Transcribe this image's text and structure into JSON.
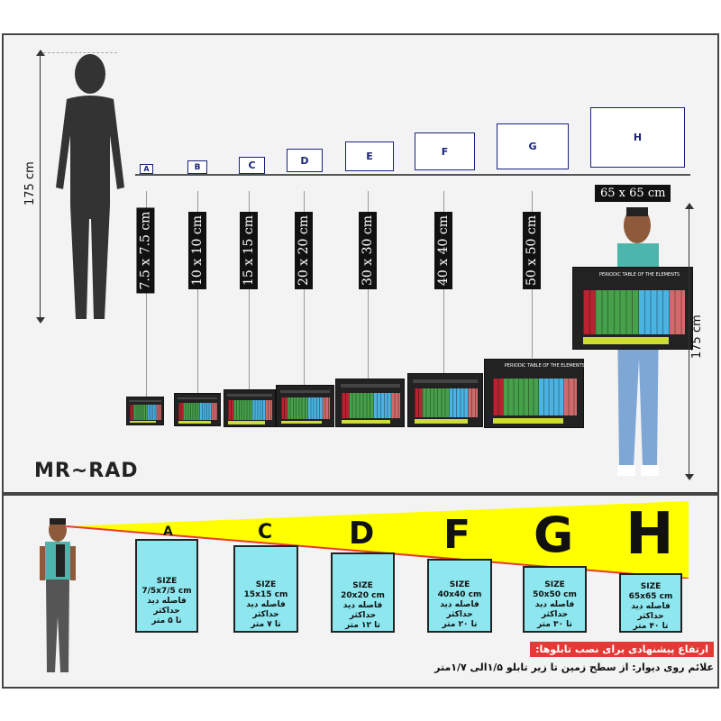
{
  "top_panel": {
    "human_height_left": "175 cm",
    "human_height_right": "175 cm",
    "sample_size_label": "65 x 65 cm",
    "logo": "MR~RAD",
    "box_letters": [
      "A",
      "B",
      "C",
      "D",
      "E",
      "F",
      "G",
      "H"
    ],
    "size_tags": [
      "7.5 x 7.5 cm",
      "10 x 10 cm",
      "15 x 15 cm",
      "20 x 20 cm",
      "30 x 30 cm",
      "40 x 40 cm",
      "50 x 50 cm"
    ],
    "poster_title": "PERIODIC TABLE OF THE ELEMENTS"
  },
  "bottom_panel": {
    "letters": [
      "A",
      "C",
      "D",
      "F",
      "G",
      "H"
    ],
    "cards": [
      {
        "size_label": "SIZE",
        "size": "7/5x7/5 cm",
        "distance_label": "فاصله دید حداکثر",
        "distance": "تا ۵ متر"
      },
      {
        "size_label": "SIZE",
        "size": "15x15 cm",
        "distance_label": "فاصله دید حداکثر",
        "distance": "تا ۷ متر"
      },
      {
        "size_label": "SIZE",
        "size": "20x20 cm",
        "distance_label": "فاصله دید حداکثر",
        "distance": "تا ۱۲ متر"
      },
      {
        "size_label": "SIZE",
        "size": "40x40 cm",
        "distance_label": "فاصله دید حداکثر",
        "distance": "تا ۲۰ متر"
      },
      {
        "size_label": "SIZE",
        "size": "50x50 cm",
        "distance_label": "فاصله دید حداکثر",
        "distance": "تا ۳۰ متر"
      },
      {
        "size_label": "SIZE",
        "size": "65x65 cm",
        "distance_label": "فاصله دید حداکثر",
        "distance": "تا ۴۰ متر"
      }
    ],
    "note_title": "ارتفاع پیشنهادی برای نصب تابلوها:",
    "note_text": "علائم روی دیوار: از سطح زمین تا زیر تابلو ۱/۵الی ۱/۷متر"
  },
  "colors": {
    "triangle": "#ffff00",
    "triangle_border": "#e53935",
    "card_fill": "#8ee6ee",
    "box_border": "#1a237e",
    "note_bg": "#e53935"
  }
}
